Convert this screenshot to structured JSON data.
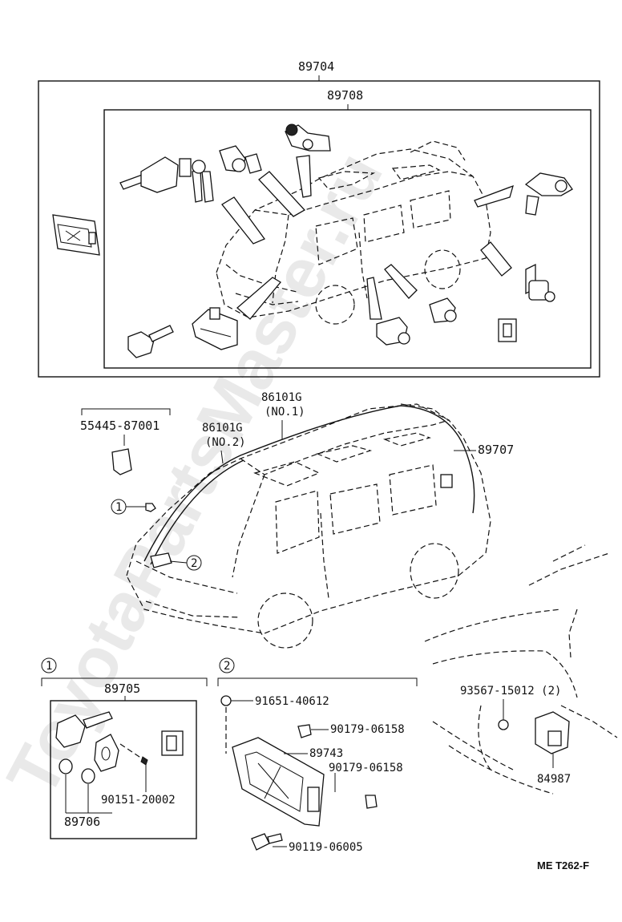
{
  "watermark": "ToyotaPartsMaster.ru",
  "kits": {
    "outer_kit": "89704",
    "inner_kit": "89708"
  },
  "parts": {
    "cover": "55445-87001",
    "antenna_no1_number": "86101G",
    "antenna_no1_qualifier": "(NO.1)",
    "antenna_no2_number": "86101G",
    "antenna_no2_qualifier": "(NO.2)",
    "wiring": "89707",
    "key_set": "89705",
    "battery": "89706",
    "key_screw": "90151-20002",
    "nut_top": "91651-40612",
    "clip_upper": "90179-06158",
    "ecu_receiver": "89743",
    "clip_lower": "90179-06158",
    "bolt": "90119-06005",
    "grommet": "93567-15012 (2)",
    "switch_assy": "84987"
  },
  "callouts": {
    "one": "1",
    "two": "2"
  },
  "diagram_code": "ME T262-F"
}
